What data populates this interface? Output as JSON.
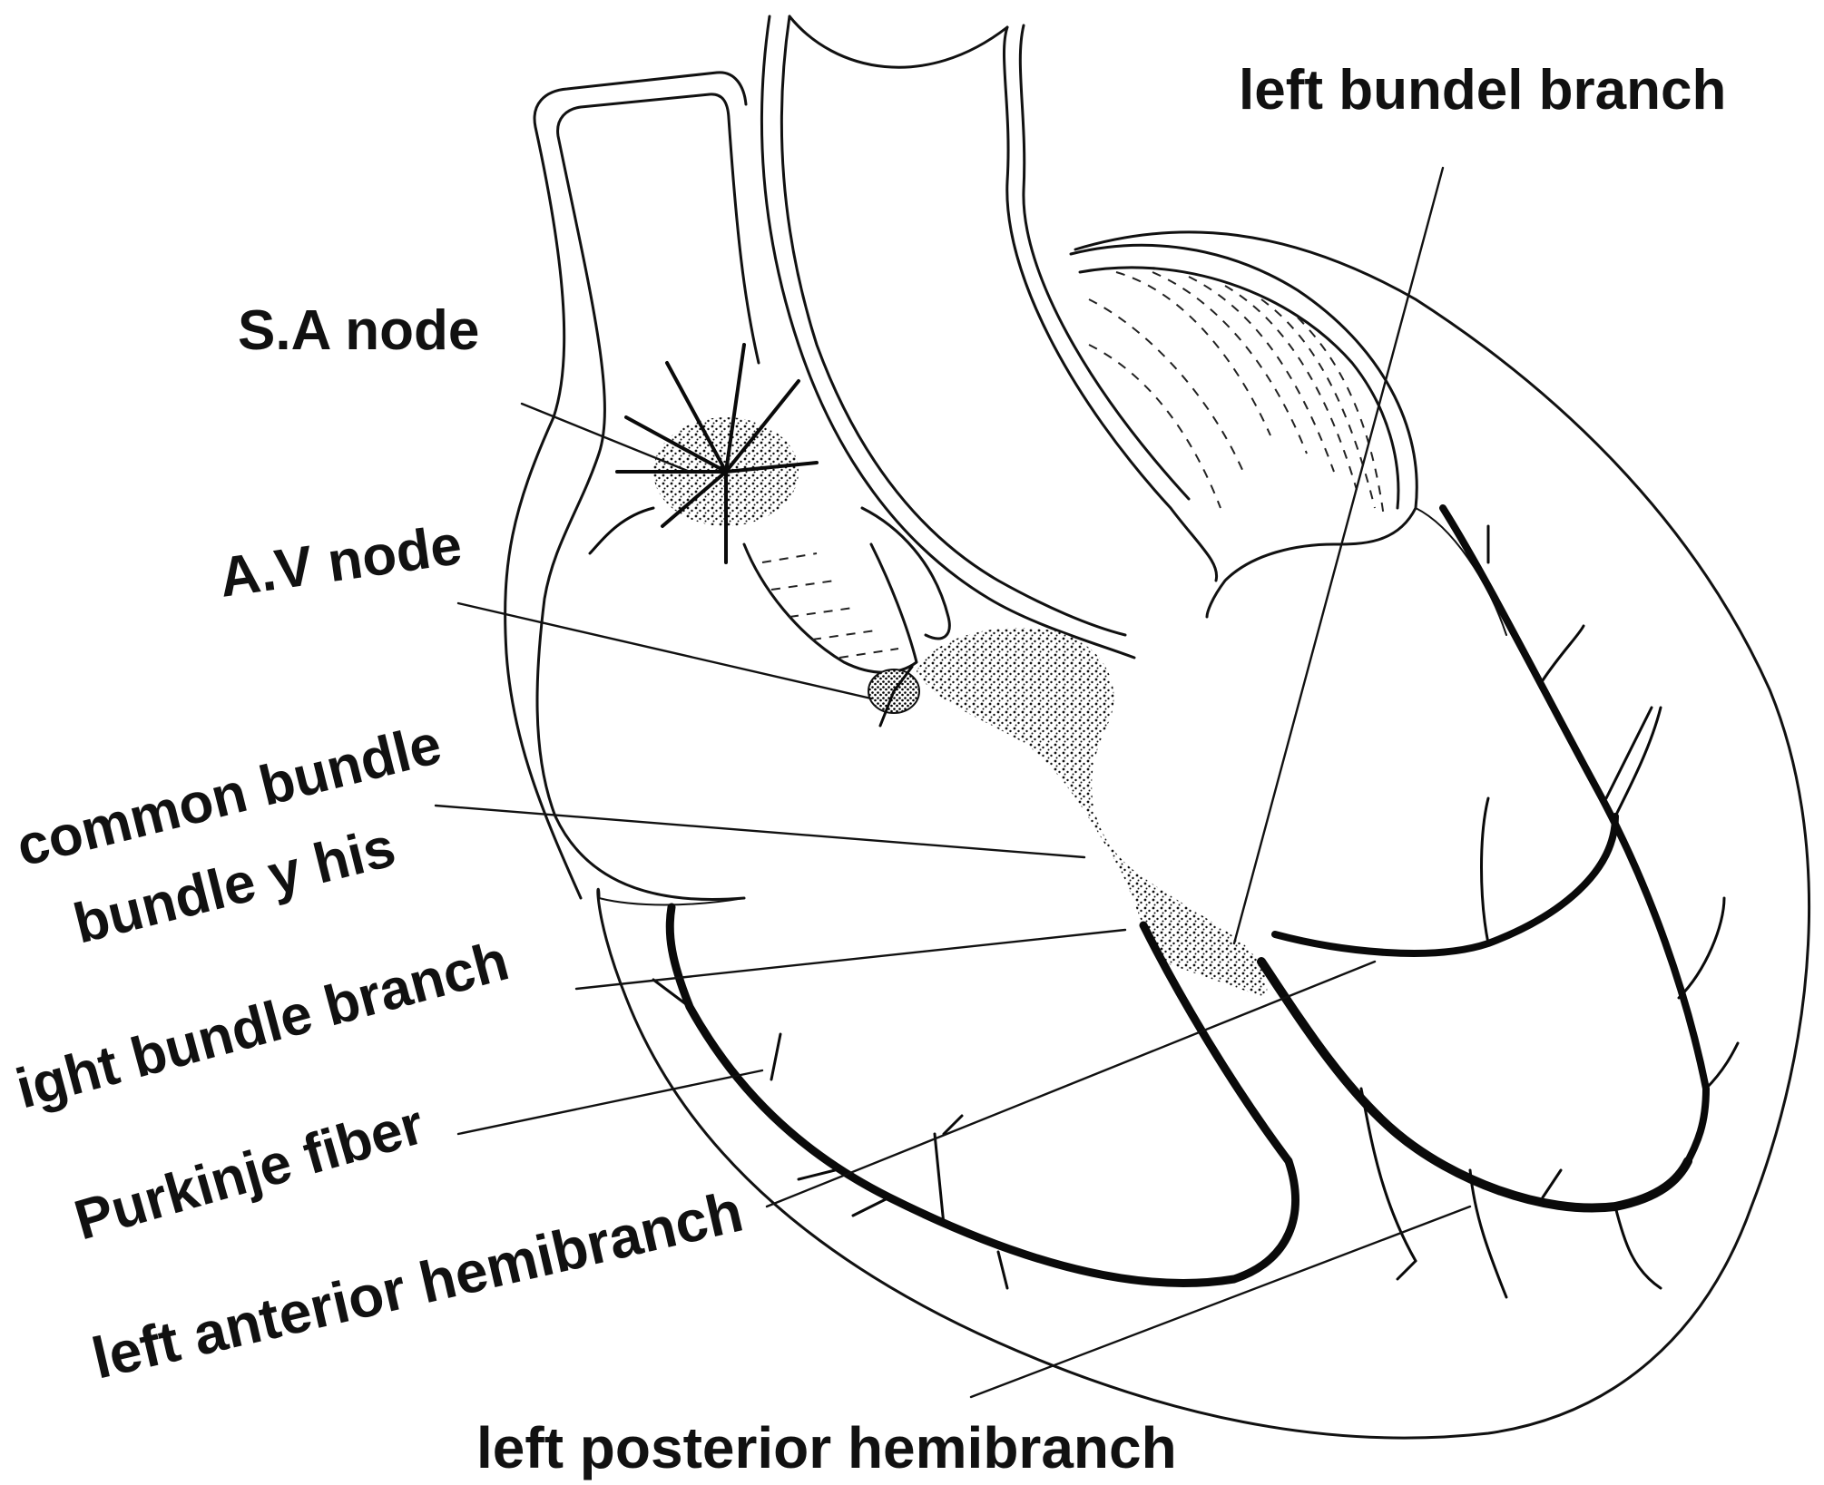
{
  "labels": {
    "left_bundle_branch": "left bundel branch",
    "sa_node": "S.A node",
    "av_node": "A.V node",
    "common_bundle_line1": "common bundle",
    "common_bundle_line2": "bundle y his",
    "right_bundle_branch": "ight bundle branch",
    "purkinje_fiber": "Purkinje fiber",
    "left_anterior_hemibranch": "left anterior hemibranch",
    "left_posterior_hemibranch": "left posterior hemibranch"
  }
}
